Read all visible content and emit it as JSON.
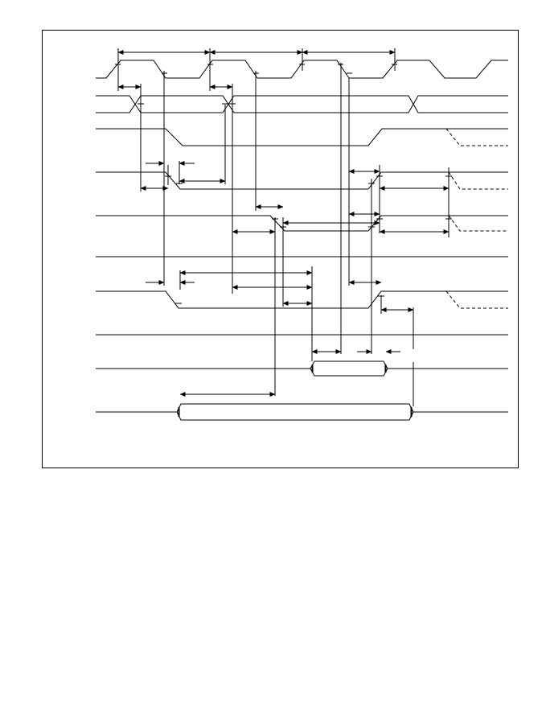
{
  "diagram": {
    "type": "timing-diagram",
    "labels": [],
    "colors": {
      "line": "#000000",
      "background": "#ffffff"
    },
    "signals": [
      {
        "id": "clock",
        "kind": "clock",
        "cycles": 4
      },
      {
        "id": "bus-a",
        "kind": "bus",
        "transitions": 3
      },
      {
        "id": "signal-1",
        "kind": "level",
        "falls_then_rises": true,
        "dashed_tail": true
      },
      {
        "id": "signal-2",
        "kind": "level",
        "falls_then_rises": true,
        "dashed_tail": true
      },
      {
        "id": "signal-3",
        "kind": "level",
        "falls_then_rises": true,
        "dashed_tail": true
      },
      {
        "id": "signal-4",
        "kind": "constant"
      },
      {
        "id": "signal-5",
        "kind": "level",
        "falls_then_rises": true,
        "dashed_tail": true
      },
      {
        "id": "signal-6",
        "kind": "constant"
      },
      {
        "id": "data-valid",
        "kind": "data-window"
      },
      {
        "id": "address-valid",
        "kind": "data-window"
      }
    ]
  }
}
